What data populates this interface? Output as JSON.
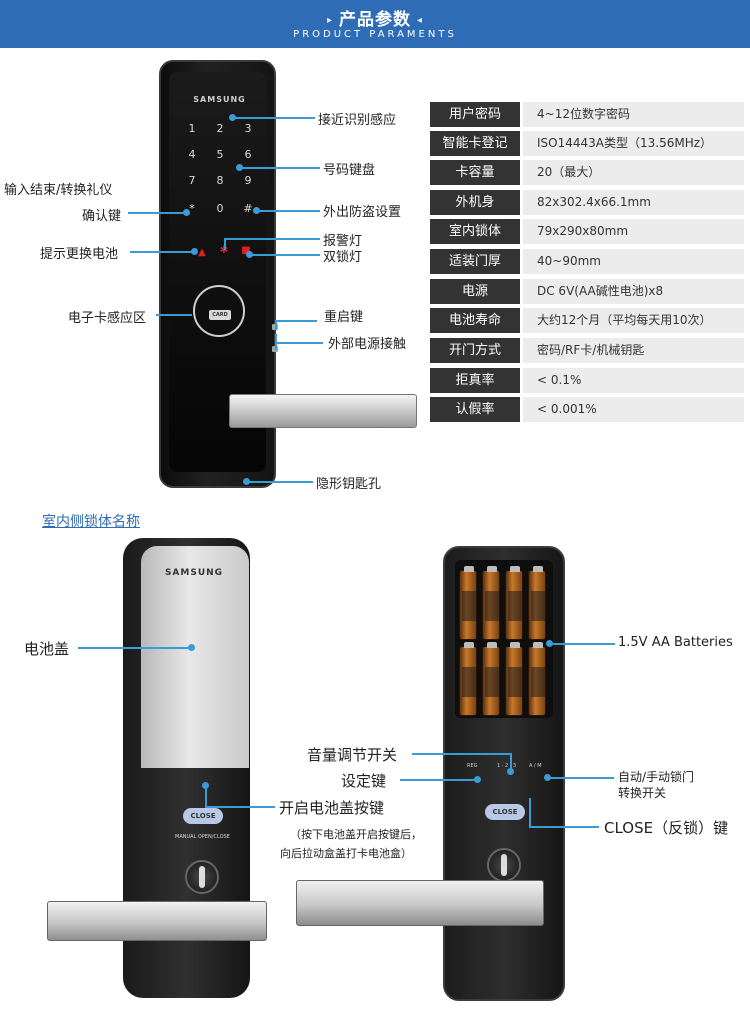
{
  "header": {
    "title": "产品参数",
    "subtitle": "PRODUCT PARAMENTS"
  },
  "lock_front": {
    "brand": "SAMSUNG",
    "card_label": "CARD",
    "keypad": [
      "1",
      "2",
      "3",
      "4",
      "5",
      "6",
      "7",
      "8",
      "9",
      "*",
      "0",
      "#"
    ]
  },
  "front_labels": {
    "proximity": "接近识别感应",
    "keypad": "号码键盘",
    "input_end_line1": "输入结束/转换礼仪",
    "input_end_line2": "确认键",
    "anti_theft": "外出防盗设置",
    "alarm": "报警灯",
    "battery": "提示更换电池",
    "double_lock": "双锁灯",
    "card_sensor": "电子卡感应区",
    "reset": "重启键",
    "ext_power": "外部电源接触",
    "keyhole": "隐形钥匙孔"
  },
  "specs": [
    {
      "key": "用户密码",
      "value": "4~12位数字密码"
    },
    {
      "key": "智能卡登记",
      "value": "ISO14443A类型（13.56MHz）"
    },
    {
      "key": "卡容量",
      "value": "20（最大）"
    },
    {
      "key": "外机身",
      "value": "82x302.4x66.1mm"
    },
    {
      "key": "室内锁体",
      "value": "79x290x80mm"
    },
    {
      "key": "适装门厚",
      "value": "40~90mm"
    },
    {
      "key": "电源",
      "value": "DC 6V(AA碱性电池)x8"
    },
    {
      "key": "电池寿命",
      "value": "大约12个月（平均每天用10次）"
    },
    {
      "key": "开门方式",
      "value": "密码/RF卡/机械钥匙"
    },
    {
      "key": "拒真率",
      "value": "< 0.1%"
    },
    {
      "key": "认假率",
      "value": "< 0.001%"
    }
  ],
  "indoor": {
    "section_title": "室内侧锁体名称",
    "brand": "SAMSUNG",
    "close_label": "CLOSE",
    "knob_caption": "MANUAL OPEN/CLOSE",
    "battery_cover": "电池盖",
    "cover_button": "开启电池盖按键",
    "cover_note_1": "（按下电池盖开启按键后，",
    "cover_note_2": "向后拉动盒盖打卡电池盒）",
    "batteries": "1.5V AA Batteries",
    "volume_switch": "音量调节开关",
    "setting_key": "设定键",
    "auto_manual_1": "自动/手动锁门",
    "auto_manual_2": "转换开关",
    "close_key": "CLOSE（反锁）键",
    "mini_reg": "REG",
    "mini_am": "A / M",
    "mini_vol": "1 · 2 · 3"
  }
}
